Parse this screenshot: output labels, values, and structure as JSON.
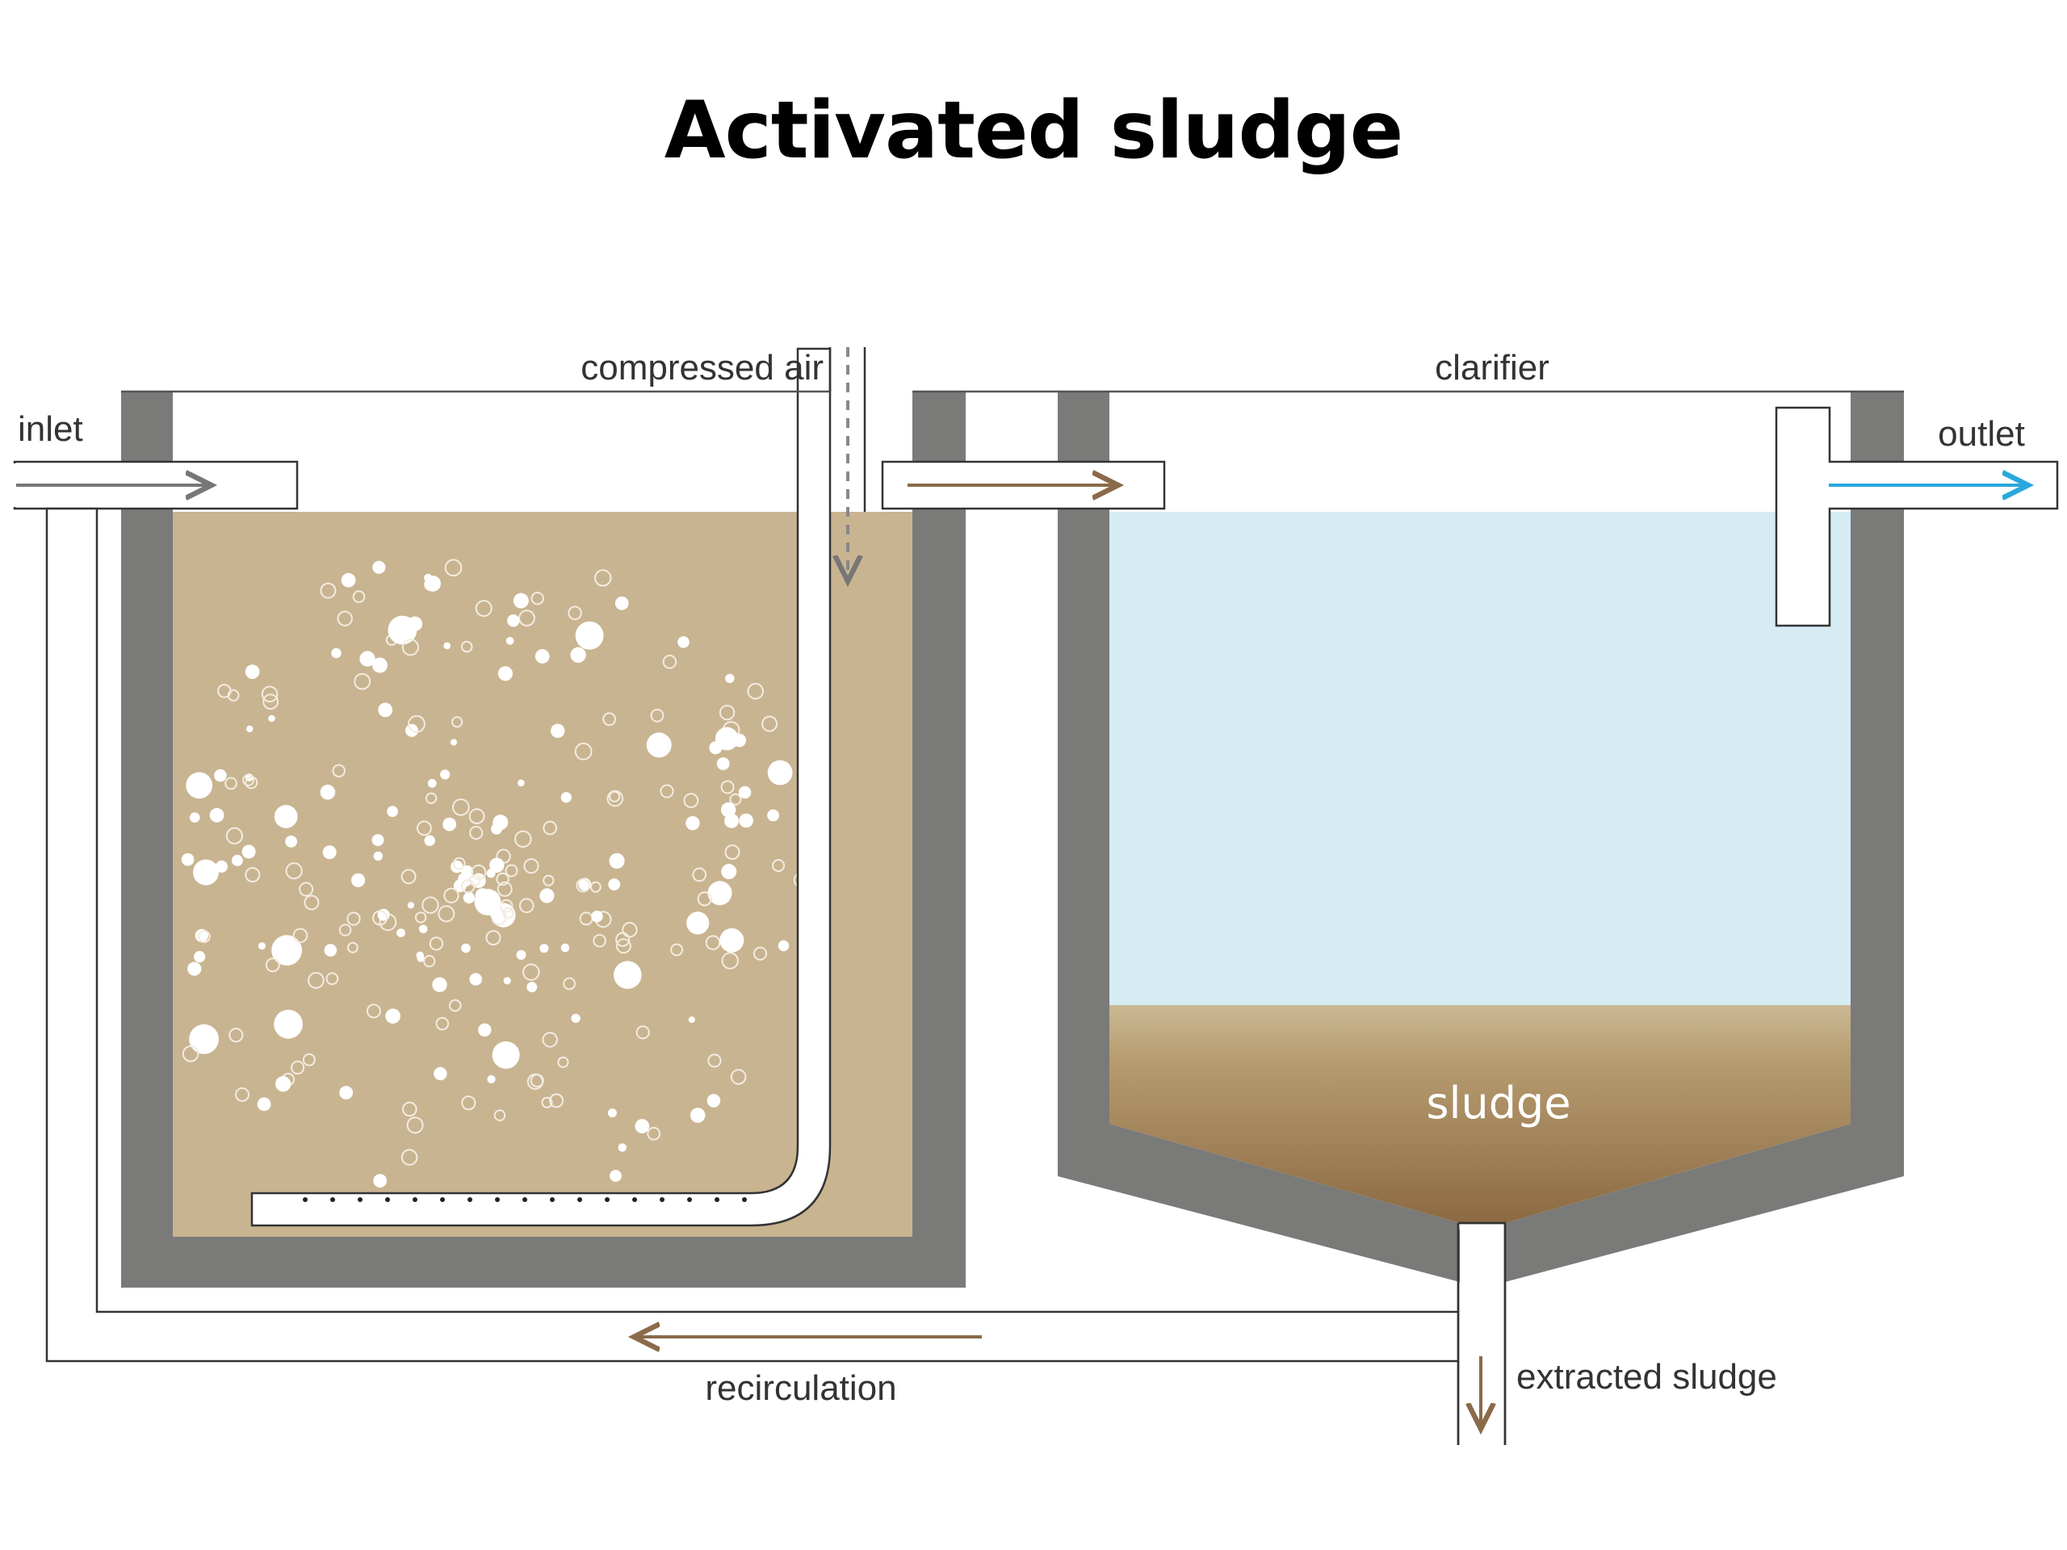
{
  "title": "Activated sludge",
  "labels": {
    "inlet": "inlet",
    "compressed_air": "compressed air",
    "clarifier": "clarifier",
    "outlet": "outlet",
    "sludge": "sludge",
    "recirculation": "recirculation",
    "extracted_sludge": "extracted sludge"
  },
  "colors": {
    "wall": "#7a7a79",
    "mixed_liquor": "#c9b491",
    "clear_water": "#d5ecf3",
    "sludge_top": "#cbb994",
    "sludge_bottom": "#8c6a43",
    "brown_arrow": "#8b6a4a",
    "blue_arrow": "#29a8dc",
    "gray_arrow": "#777777",
    "pipe_outline": "#333333"
  }
}
